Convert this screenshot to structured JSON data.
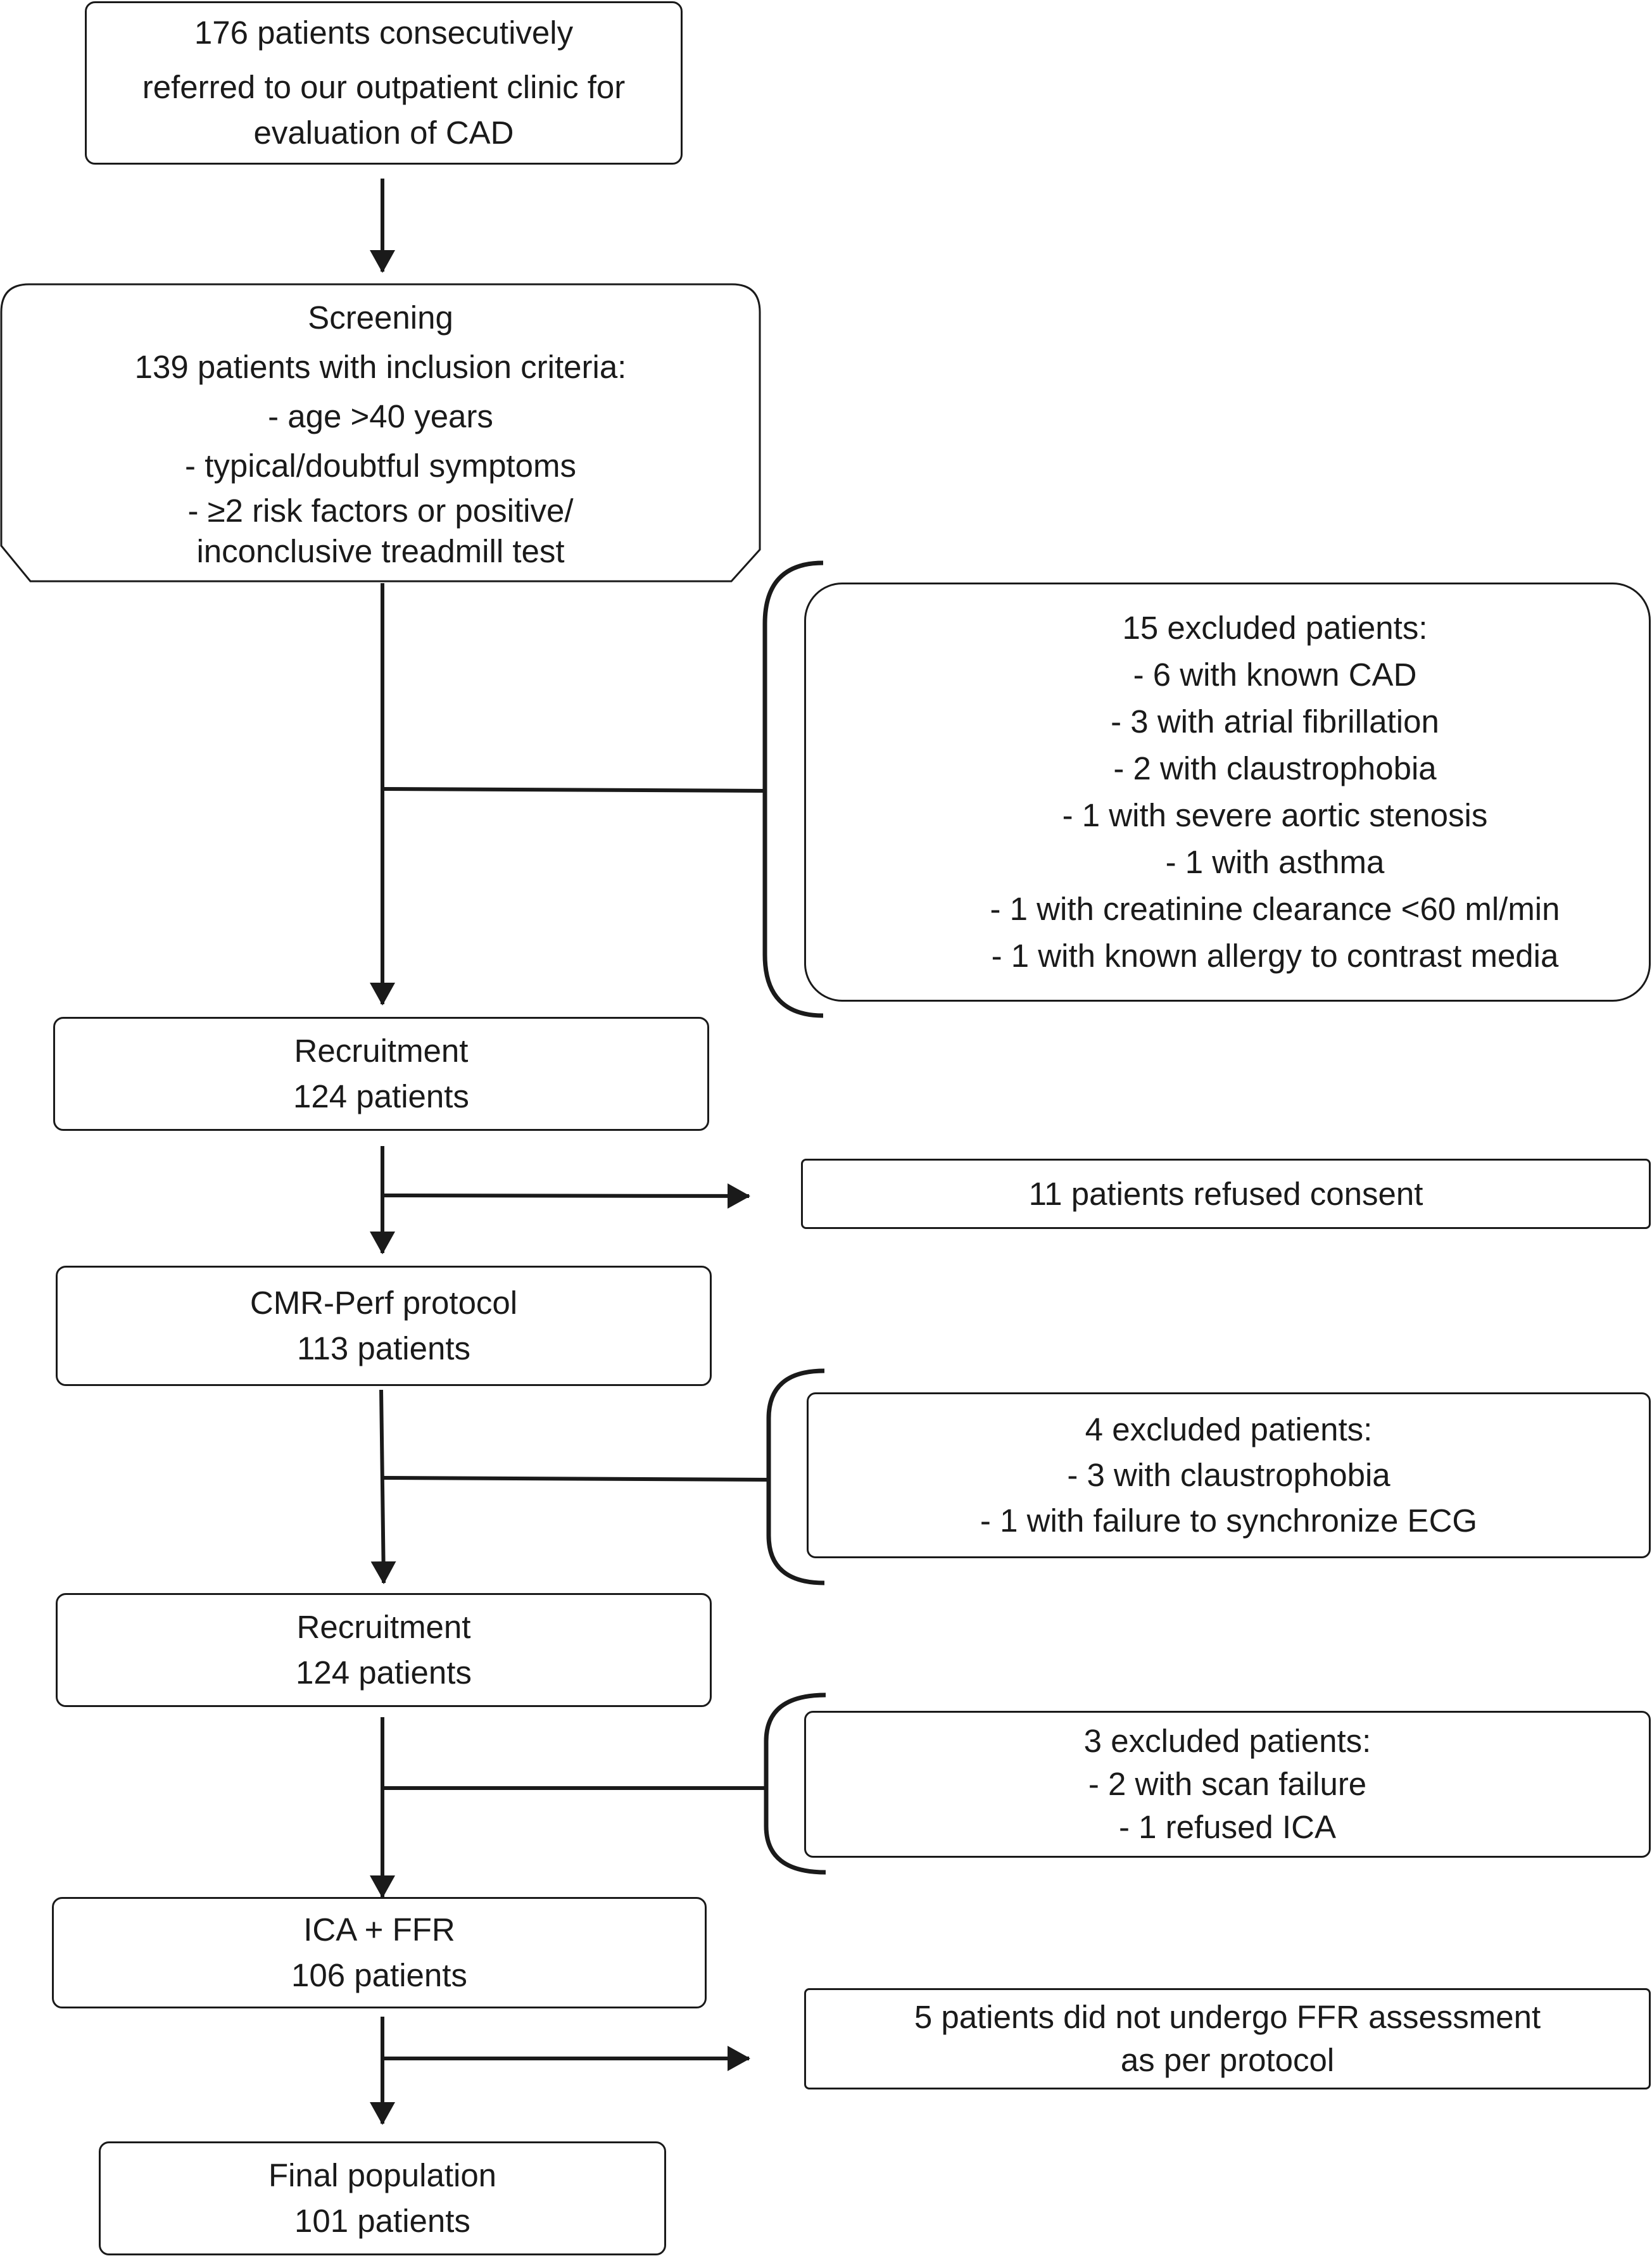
{
  "flowchart": {
    "referral": {
      "lines": [
        "176 patients consecutively",
        "referred to our outpatient clinic for",
        "evaluation of CAD"
      ]
    },
    "screening": {
      "lines": [
        "Screening",
        "139 patients with inclusion criteria:",
        "- age >40 years",
        "- typical/doubtful symptoms",
        "- ≥2 risk factors or positive/",
        "inconclusive treadmill test"
      ]
    },
    "exclusion_1": {
      "lines": [
        "15 excluded patients:",
        "- 6 with known CAD",
        "- 3 with atrial fibrillation",
        "- 2 with claustrophobia",
        "- 1 with severe aortic stenosis",
        "- 1 with asthma",
        "- 1 with creatinine clearance <60 ml/min",
        "- 1 with known allergy to contrast media"
      ]
    },
    "recruitment_1": {
      "lines": [
        "Recruitment",
        "124 patients"
      ]
    },
    "refused_consent": {
      "lines": [
        "11 patients refused consent"
      ]
    },
    "cmr_perf": {
      "lines": [
        "CMR-Perf protocol",
        "113 patients"
      ]
    },
    "exclusion_2": {
      "lines": [
        "4 excluded patients:",
        "- 3 with claustrophobia",
        "- 1 with failure to synchronize ECG"
      ]
    },
    "recruitment_2": {
      "lines": [
        "Recruitment",
        "124 patients"
      ]
    },
    "exclusion_3": {
      "lines": [
        "3 excluded patients:",
        "- 2 with scan failure",
        "- 1 refused ICA"
      ]
    },
    "ica_ffr": {
      "lines": [
        "ICA + FFR",
        "106 patients"
      ]
    },
    "no_ffr": {
      "lines": [
        "5 patients did not undergo FFR assessment",
        "as per protocol"
      ]
    },
    "final": {
      "lines": [
        "Final population",
        "101 patients"
      ]
    }
  },
  "colors": {
    "stroke": "#1a1a1a",
    "background": "#ffffff"
  }
}
